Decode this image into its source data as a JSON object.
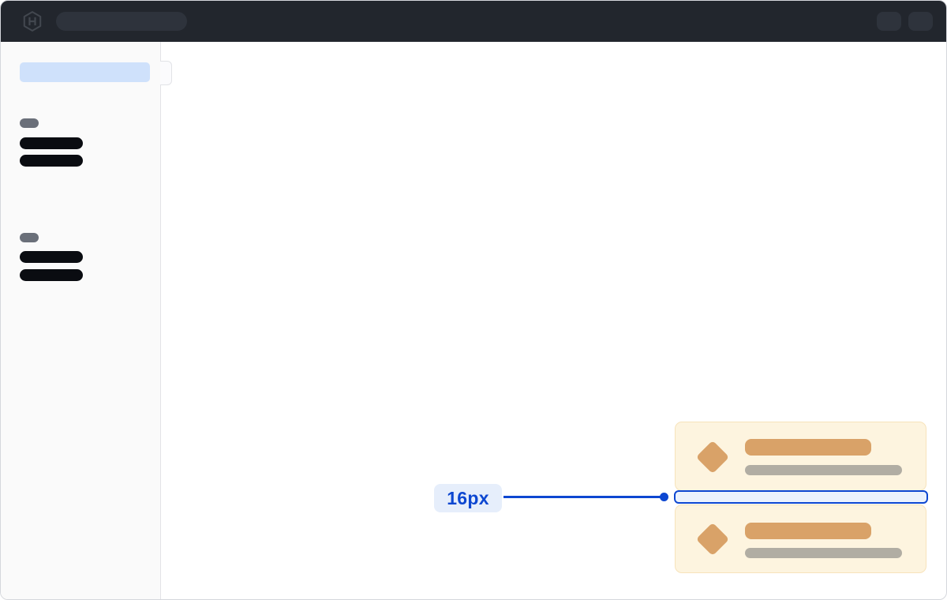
{
  "annotation": {
    "label": "16px"
  },
  "theme": {
    "accent_blue": "#0d47d1",
    "annotation_label_bg": "#e6eefb",
    "annotation_gap_fill": "#ebf2fd",
    "window_border": "#d5d7dc",
    "topbar_bg": "#22262d",
    "topbar_placeholder_bg": "#2e333c",
    "logo_color": "#42474f",
    "sidebar_bg": "#fafafa",
    "sidebar_border": "#e2e3e7",
    "sidebar_selected_bg": "#cfe1fb",
    "sidebar_heading_pill": "#6a6f79",
    "sidebar_item_bar": "#0a0c11",
    "main_bg": "#ffffff",
    "card_bg": "#fdf4df",
    "card_border": "#f7e3bb",
    "card_accent_tan": "#d9a268",
    "card_muted_gray": "#b1ada3"
  },
  "topbar": {
    "logo": "hashicorp-logo-icon",
    "nav_placeholder": "skeleton-pill",
    "action_button_count": 2
  },
  "sidebar": {
    "selected_item": "skeleton-selected-nav-item",
    "groups": [
      {
        "heading": "skeleton-heading-pill",
        "item_count": 2
      },
      {
        "heading": "skeleton-heading-pill",
        "item_count": 2
      }
    ]
  },
  "main": {
    "card_count": 2,
    "card_contents": [
      {
        "icon": "diamond-icon",
        "title": "skeleton-title-bar",
        "subtitle": "skeleton-subtitle-bar"
      },
      {
        "icon": "diamond-icon",
        "title": "skeleton-title-bar",
        "subtitle": "skeleton-subtitle-bar"
      }
    ]
  }
}
